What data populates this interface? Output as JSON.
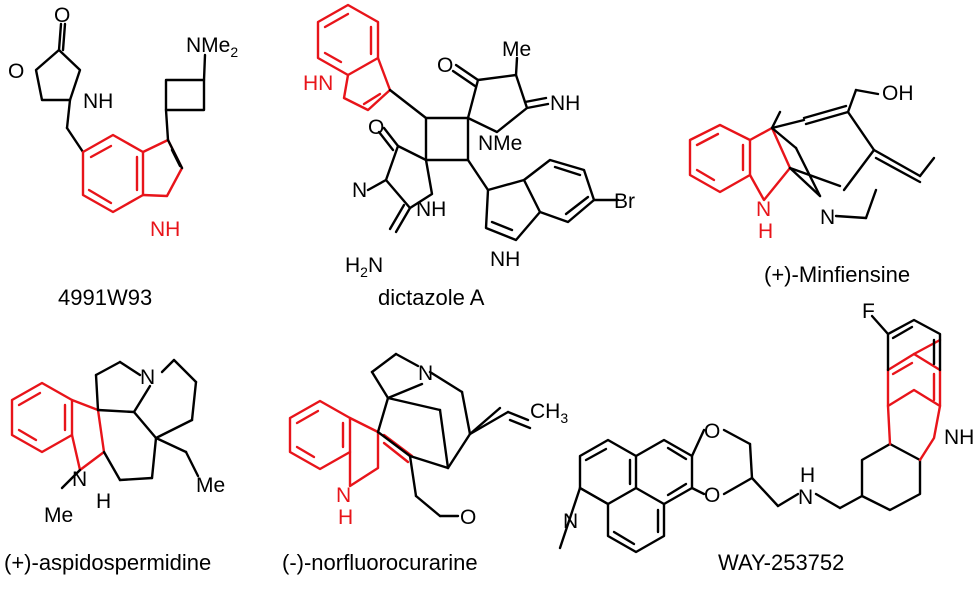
{
  "colors": {
    "indole_highlight": "#e8141a",
    "bond": "#000000",
    "background": "#ffffff"
  },
  "compounds": [
    {
      "name": "4991W93",
      "labels": {
        "o_ring": "O",
        "o_carbonyl": "O",
        "nh": "NH",
        "nme2": "NMe",
        "nme2_sub": "2",
        "indole_nh": "NH"
      }
    },
    {
      "name": "dictazole A",
      "labels": {
        "top_hn": "HN",
        "o_top": "O",
        "me": "Me",
        "nh_imine": "NH",
        "nme": "NMe",
        "o_left": "O",
        "n_ring": "N",
        "nh_ring": "NH",
        "h2n": "H",
        "h2n_sub": "2",
        "h2n_n": "N",
        "br": "Br",
        "nh_indole": "NH"
      }
    },
    {
      "name": "(+)-Minfiensine",
      "labels": {
        "oh": "OH",
        "n_h": "N",
        "h": "H",
        "n_amine": "N"
      }
    },
    {
      "name": "(+)-aspidospermidine",
      "labels": {
        "n_top": "N",
        "n_indoline": "N",
        "me_n": "Me",
        "h_stereo": "H",
        "et": "Me"
      }
    },
    {
      "name": "(-)-norfluorocurarine",
      "labels": {
        "n_top": "N",
        "ch3": "CH",
        "ch3_sub": "3",
        "n_h": "N",
        "h": "H",
        "o_ald": "O"
      }
    },
    {
      "name": "WAY-253752",
      "labels": {
        "f": "F",
        "nh_carbazole": "NH",
        "o_top": "O",
        "o_bottom": "O",
        "n_amine": "N",
        "h_amine": "H",
        "n_quin": "N"
      }
    }
  ]
}
